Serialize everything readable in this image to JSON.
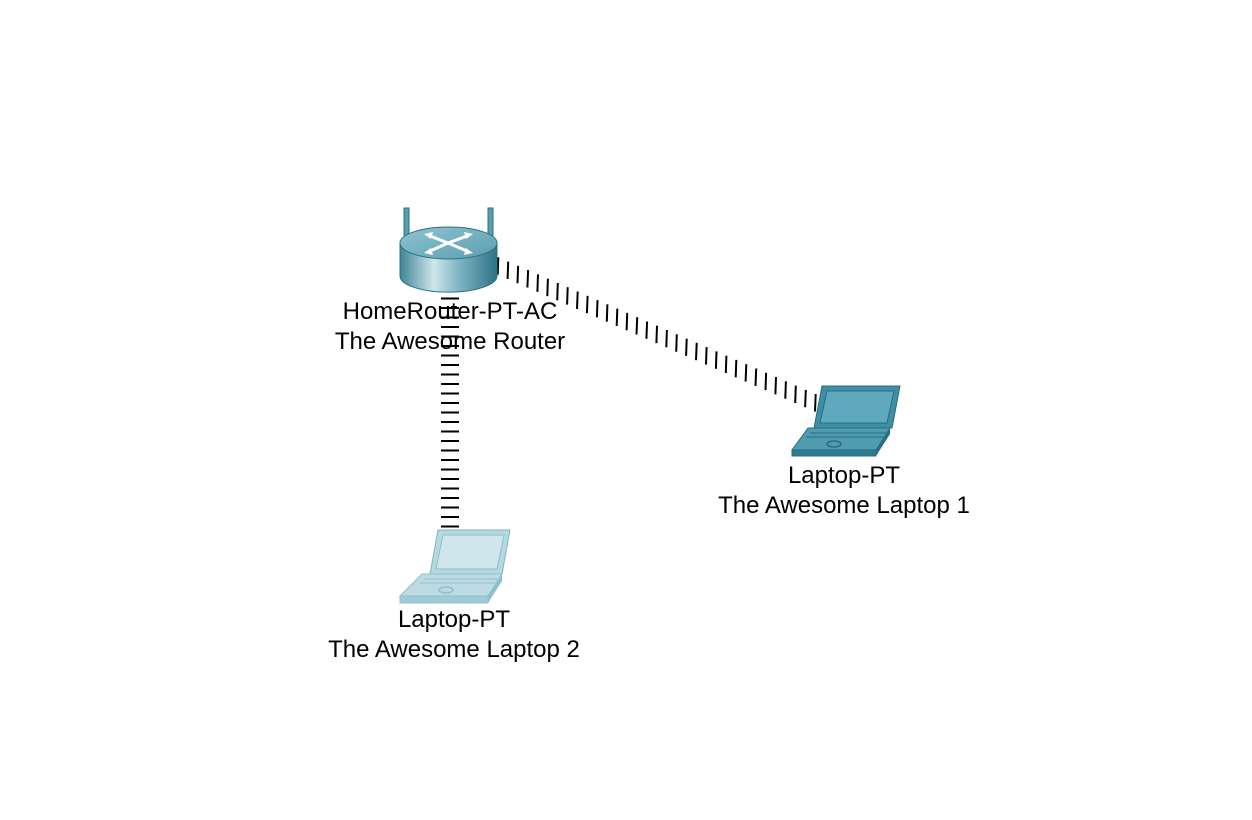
{
  "devices": {
    "router": {
      "model": "HomeRouter-PT-AC",
      "name": "The Awesome Router",
      "icon": "wireless-router-icon"
    },
    "laptop1": {
      "model": "Laptop-PT",
      "name": "The Awesome Laptop 1",
      "icon": "laptop-icon"
    },
    "laptop2": {
      "model": "Laptop-PT",
      "name": "The Awesome Laptop 2",
      "icon": "laptop-icon"
    }
  },
  "links": [
    {
      "from": "router",
      "to": "laptop1",
      "type": "wireless"
    },
    {
      "from": "router",
      "to": "laptop2",
      "type": "wireless"
    }
  ],
  "colors": {
    "router_teal": "#5a9fb0",
    "laptop1_teal": "#3f8ea3",
    "laptop2_light": "#9fcad6",
    "link": "#000000"
  }
}
